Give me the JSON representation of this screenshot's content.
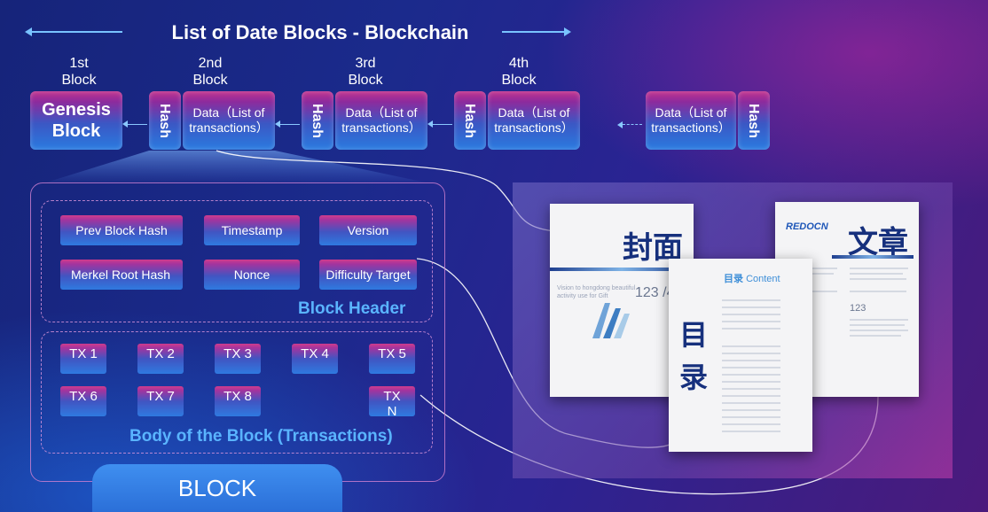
{
  "title": "List of Date Blocks - Blockchain",
  "block_labels": [
    {
      "line1": "1st",
      "line2": "Block"
    },
    {
      "line1": "2nd",
      "line2": "Block"
    },
    {
      "line1": "3rd",
      "line2": "Block"
    },
    {
      "line1": "4th",
      "line2": "Block"
    }
  ],
  "chain": {
    "genesis_line1": "Genesis",
    "genesis_line2": "Block",
    "hash_label": "Hash",
    "data_line1": "Data（List of",
    "data_line2": "transactions）"
  },
  "block_header": {
    "title": "Block Header",
    "fields": [
      "Prev Block Hash",
      "Timestamp",
      "Version",
      "Merkel Root Hash",
      "Nonce",
      "Difficulty Target"
    ]
  },
  "body": {
    "title": "Body of the Block (Transactions)",
    "transactions": [
      "TX 1",
      "TX 2",
      "TX 3",
      "TX 4",
      "TX 5",
      "TX 6",
      "TX 7",
      "TX 8",
      "TX N"
    ]
  },
  "block_tab": "BLOCK",
  "documents": {
    "cover": {
      "title": "封面",
      "number": "123 /45",
      "caption_line1": "Vision to hongdong beautiful",
      "caption_line2": "activity use for Gift"
    },
    "toc": {
      "title": "目录",
      "header_cn": "目录",
      "header_en": "Content"
    },
    "article": {
      "brand": "REDOCN",
      "title": "文章",
      "number": "123"
    }
  },
  "colors": {
    "accent_blue": "#5ab4ff",
    "box_magenta": "#c2338d",
    "arrow": "#8ac8ff"
  }
}
